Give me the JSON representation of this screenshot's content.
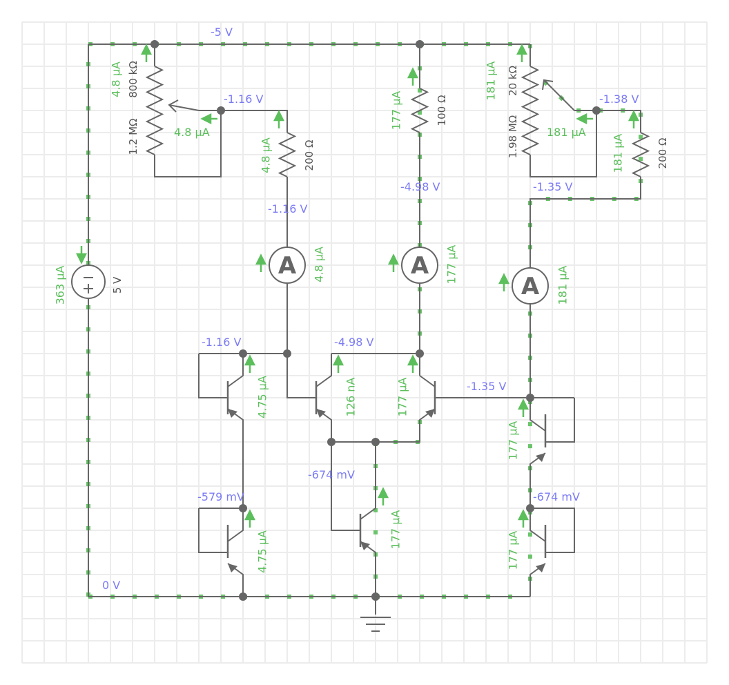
{
  "voltages": {
    "rail_top": "-5 V",
    "pot1_wiper": "-1.16 V",
    "ammeter1_top": "-1.16 V",
    "r100_bottom": "-4.98 V",
    "pot2_wiper": "-1.38 V",
    "r200b_bottom": "-1.35 V",
    "mirror_left_top": "-1.16 V",
    "diff_collectors": "-4.98 V",
    "diff_right_base": "-1.35 V",
    "tail_base": "-674 mV",
    "mirror_left_mid": "-579 mV",
    "right_stack_mid": "-674 mV",
    "rail_bottom": "0 V"
  },
  "currents": {
    "pot1_top": "4.8 µA",
    "pot1_wiper": "4.8 µA",
    "r200a": "4.8 µA",
    "ammeter1": "4.8 µA",
    "source": "363 µA",
    "r100": "177 µA",
    "ammeter2": "177 µA",
    "pot2_top": "181 µA",
    "pot2_wiper": "181 µA",
    "r200b": "181 µA",
    "ammeter3": "181 µA",
    "q1": "4.75 µA",
    "q_diff_left": "126 nA",
    "q_diff_right": "177 µA",
    "q_right_upper": "177 µA",
    "q_tail": "177 µA",
    "q2": "4.75 µA",
    "q_right_lower": "177 µA"
  },
  "components": {
    "pot1_upper": "800 kΩ",
    "pot1_lower": "1.2 MΩ",
    "r200a": "200 Ω",
    "r100": "100 Ω",
    "pot2_upper": "20 kΩ",
    "pot2_lower": "1.98 MΩ",
    "r200b": "200 Ω",
    "source": "5 V",
    "ammeter_symbol": "A"
  },
  "colors": {
    "wire": "#666666",
    "current": "#5cbf5c",
    "voltage": "#7b7bf5"
  }
}
